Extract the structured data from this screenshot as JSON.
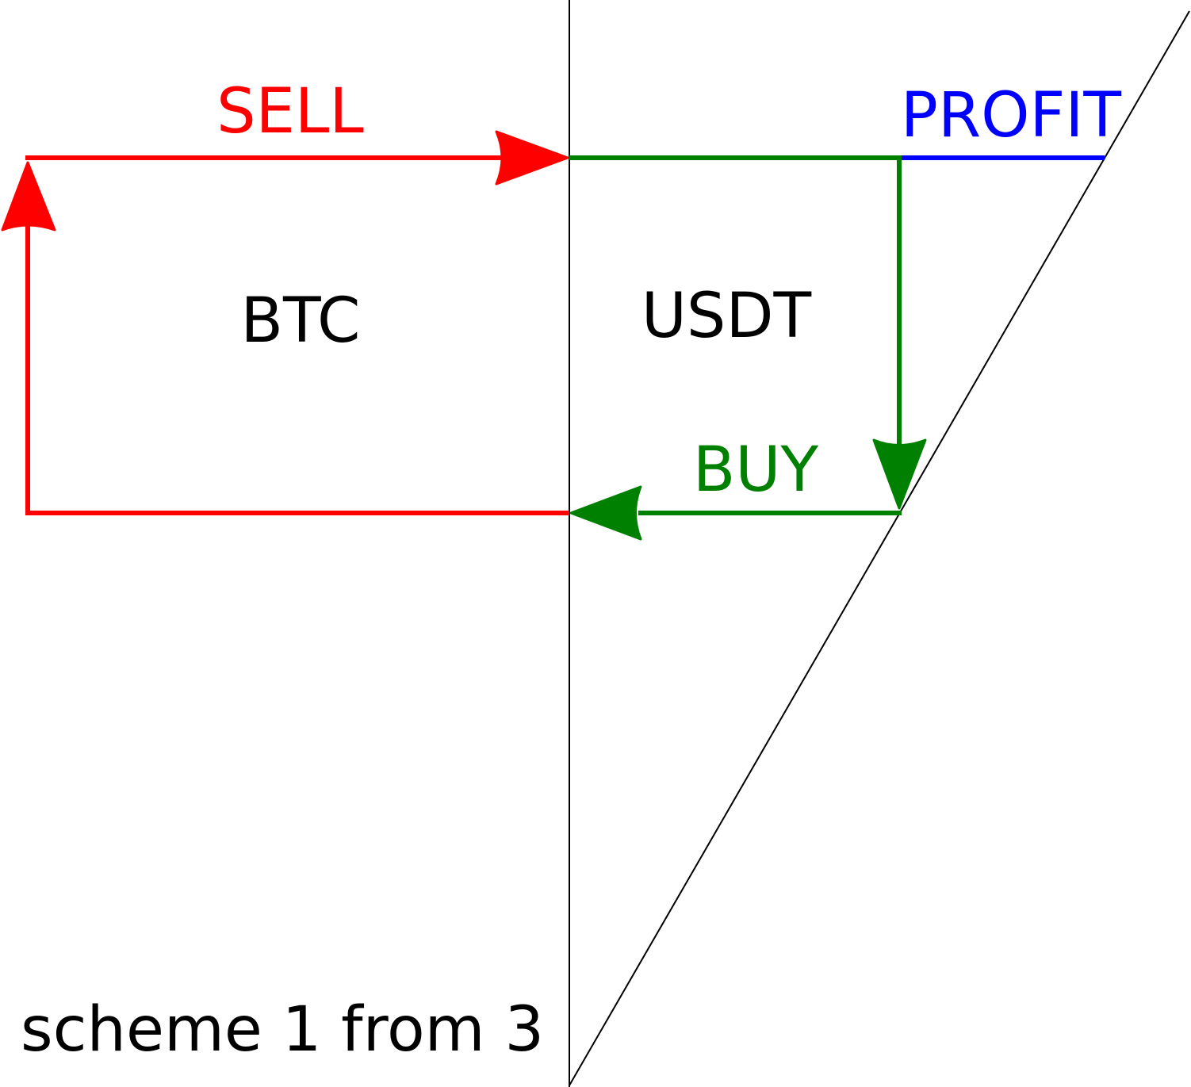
{
  "labels": {
    "sell": "SELL",
    "buy": "BUY",
    "profit": "PROFIT",
    "btc": "BTC",
    "usdt": "USDT",
    "caption": "scheme 1 from 3"
  },
  "colors": {
    "sell": "#ff0000",
    "buy": "#008000",
    "profit": "#0000ff",
    "text": "#000000",
    "divider": "#000000"
  }
}
